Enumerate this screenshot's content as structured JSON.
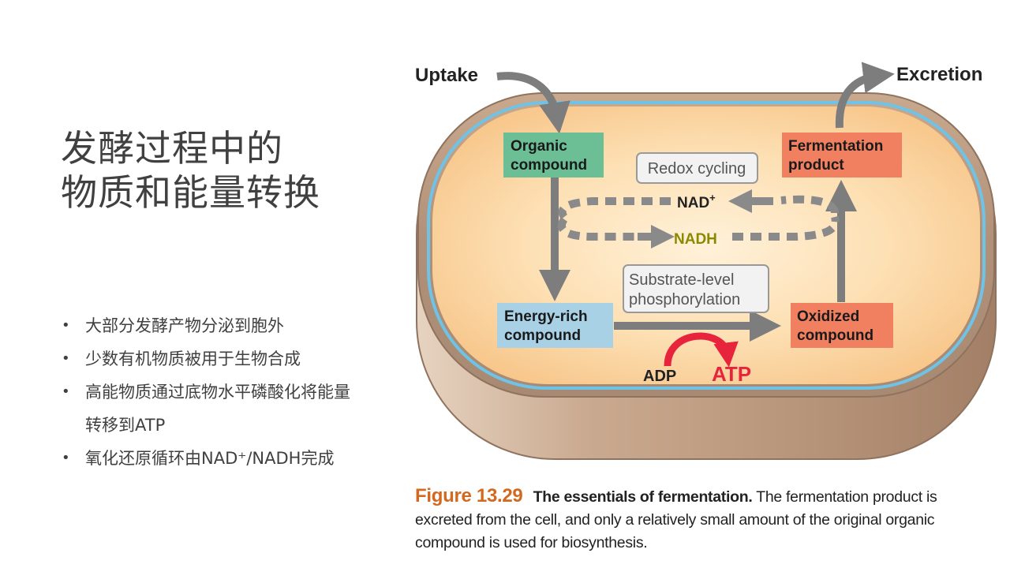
{
  "slide": {
    "title_line1": "发酵过程中的",
    "title_line2": "物质和能量转换",
    "bullets": [
      "大部分发酵产物分泌到胞外",
      "少数有机物质被用于生物合成",
      "高能物质通过底物水平磷酸化将能量",
      "转移到ATP",
      "氧化还原循环由NAD⁺/NADH完成"
    ]
  },
  "diagram": {
    "uptake": "Uptake",
    "excretion": "Excretion",
    "organic_line1": "Organic",
    "organic_line2": "compound",
    "redox": "Redox cycling",
    "nad": "NAD",
    "nad_sup": "+",
    "nadh": "NADH",
    "ferment_line1": "Fermentation",
    "ferment_line2": "product",
    "substrate_line1": "Substrate-level",
    "substrate_line2": "phosphorylation",
    "energy_line1": "Energy-rich",
    "energy_line2": "compound",
    "oxidized_line1": "Oxidized",
    "oxidized_line2": "compound",
    "adp": "ADP",
    "atp": "ATP",
    "colors": {
      "organic_box": "#6cbf95",
      "energy_box": "#a8d1e6",
      "ferment_box": "#f08060",
      "oxidized_box": "#f08060",
      "arrow_gray": "#7d7d7d",
      "atp_red": "#e8243c",
      "nadh_olive": "#8a8a00"
    }
  },
  "caption": {
    "figure": "Figure 13.29",
    "lead": "The essentials of fermentation.",
    "text": "The fermentation product is excreted from the cell, and only a relatively small amount of the original organic compound is used for biosynthesis."
  }
}
